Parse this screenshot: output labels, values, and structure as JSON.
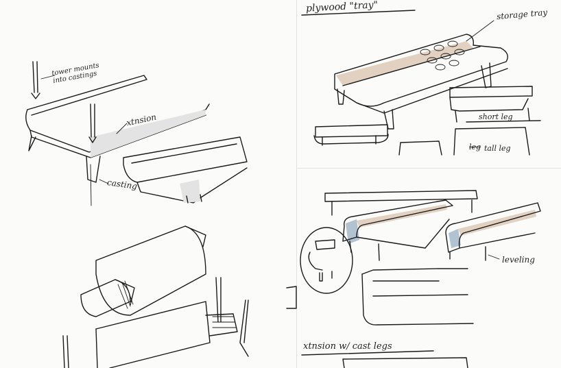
{
  "sketch_labels": {
    "tower_note": "tower mounts into castings",
    "extension": "xtnsion",
    "casting": "casting",
    "plywood_tray": "plywood \"tray\"",
    "storage_tray": "storage tray",
    "short_leg": "short leg",
    "tall_leg_strike": "leg",
    "tall_leg": "tall leg",
    "leveling": "leveling",
    "extension_cast_legs": "xtnsion w/ cast legs"
  },
  "colors": {
    "ink": "#1a1a1a",
    "wood_shade": "#d9c3ad",
    "metal_shade": "#9fb4c6",
    "paper": "#fbfbfa"
  }
}
